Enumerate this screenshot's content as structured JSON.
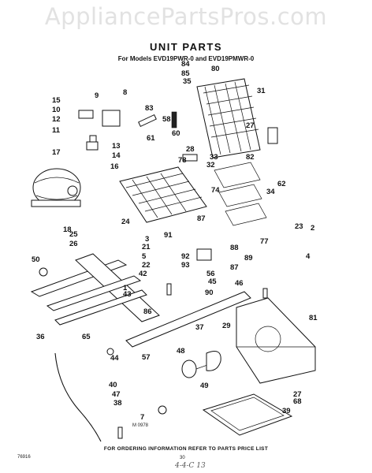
{
  "watermark": "AppliancePartsPros.com",
  "title": "UNIT PARTS",
  "subtitle": "For Models EVD19PWR-0 and EVD19PMWR-0",
  "footer": "FOR ORDERING INFORMATION REFER TO PARTS PRICE LIST",
  "page_number": "30",
  "doc_code": "76916",
  "figure_code": "M 0978",
  "handwriting": "4-4-C 13",
  "callouts": [
    "84",
    "85",
    "80",
    "35",
    "31",
    "15",
    "10",
    "12",
    "11",
    "9",
    "8",
    "83",
    "58",
    "60",
    "27",
    "61",
    "28",
    "78",
    "33",
    "82",
    "32",
    "13",
    "14",
    "17",
    "16",
    "74",
    "62",
    "34",
    "23",
    "2",
    "3",
    "18",
    "25",
    "26",
    "24",
    "87",
    "91",
    "88",
    "21",
    "5",
    "22",
    "92",
    "93",
    "89",
    "4",
    "77",
    "50",
    "1",
    "42",
    "56",
    "87",
    "46",
    "43",
    "45",
    "90",
    "81",
    "86",
    "37",
    "29",
    "36",
    "65",
    "44",
    "48",
    "57",
    "40",
    "47",
    "38",
    "49",
    "27",
    "68",
    "39",
    "7"
  ]
}
